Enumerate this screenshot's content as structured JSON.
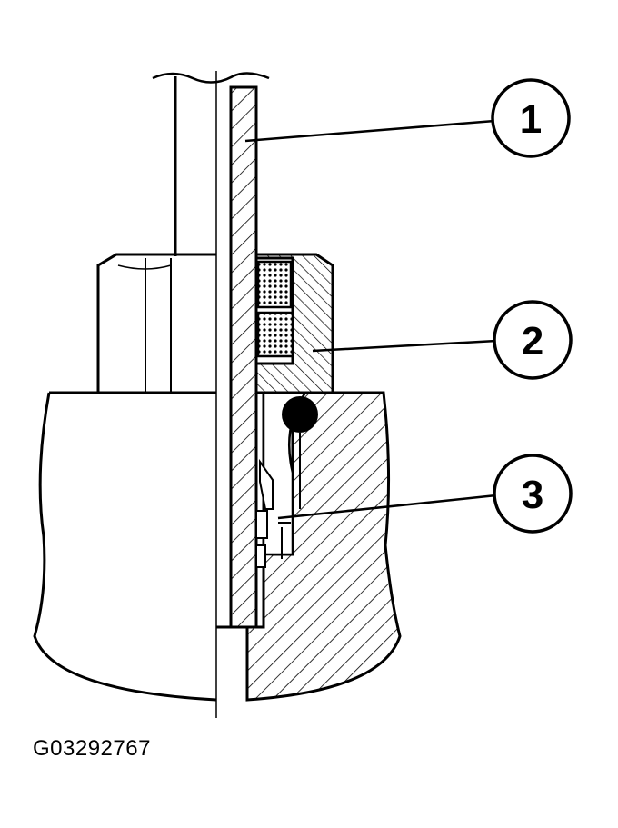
{
  "diagram": {
    "callouts": [
      {
        "label": "1"
      },
      {
        "label": "2"
      },
      {
        "label": "3"
      }
    ],
    "figure_id": "G03292767"
  },
  "colors": {
    "line": "#000000",
    "background": "#ffffff"
  }
}
